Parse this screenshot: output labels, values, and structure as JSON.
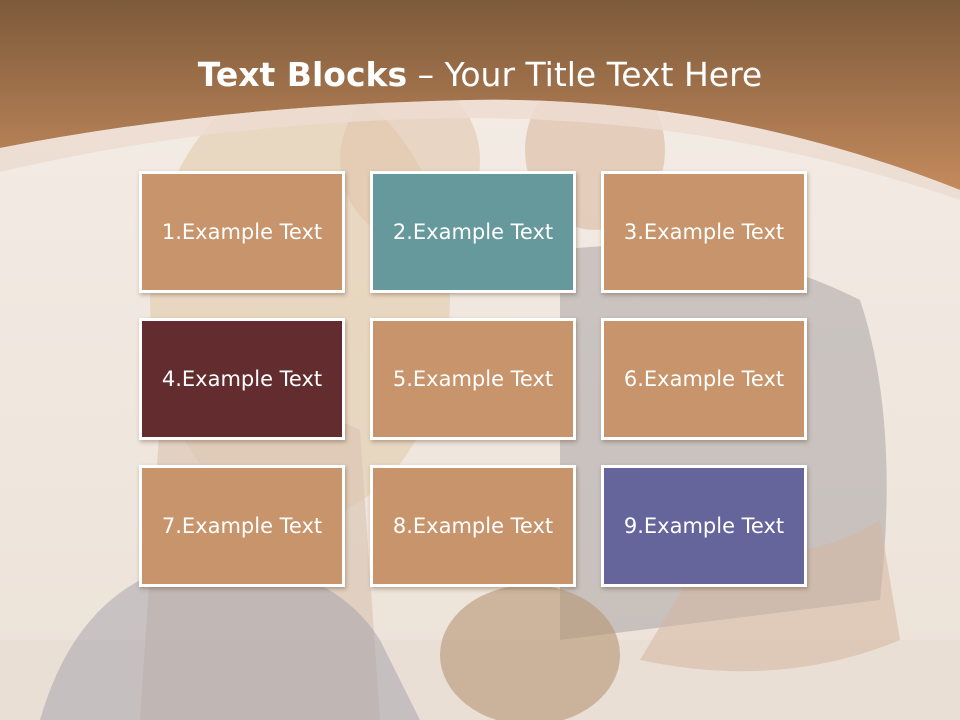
{
  "title": {
    "bold": "Text Blocks",
    "dash": " – ",
    "rest": "Your Title Text Here"
  },
  "colors": {
    "header_dark": "#7d5a3a",
    "header_light": "#c48a5d",
    "block_default": "#c7946b",
    "block_teal": "#66999b",
    "block_maroon": "#632d30",
    "block_purple": "#65659b"
  },
  "blocks": [
    {
      "label": "1.Example Text",
      "color": "#c7946b"
    },
    {
      "label": "2.Example Text",
      "color": "#66999b"
    },
    {
      "label": "3.Example Text",
      "color": "#c7946b"
    },
    {
      "label": "4.Example Text",
      "color": "#632d30"
    },
    {
      "label": "5.Example Text",
      "color": "#c7946b"
    },
    {
      "label": "6.Example Text",
      "color": "#c7946b"
    },
    {
      "label": "7.Example Text",
      "color": "#c7946b"
    },
    {
      "label": "8.Example Text",
      "color": "#c7946b"
    },
    {
      "label": "9.Example Text",
      "color": "#65659b"
    }
  ]
}
